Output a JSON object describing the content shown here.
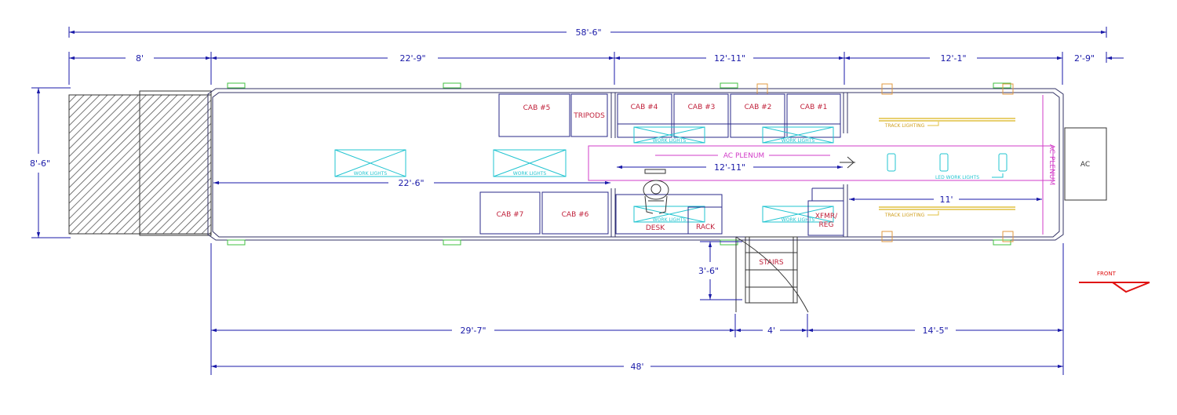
{
  "dimensions": {
    "overall_length": "58'-6\"",
    "hitch": "8'",
    "front_section": "22'-9\"",
    "cabinet_row": "12'-11\"",
    "rear_section": "12'-1\"",
    "ac_unit": "2'-9\"",
    "width": "8'-6\"",
    "interior_left": "22'-6\"",
    "interior_mid": "12'-11\"",
    "interior_right": "11'",
    "stair_depth": "3'-6\"",
    "lower_left": "29'-7\"",
    "stairs_width": "4'",
    "lower_right": "14'-5\"",
    "body_length": "48'"
  },
  "cabinets": {
    "cab5": "CAB #5",
    "tripods": "TRIPODS",
    "cab4": "CAB #4",
    "cab3": "CAB #3",
    "cab2": "CAB #2",
    "cab1": "CAB #1",
    "cab7": "CAB #7",
    "cab6": "CAB #6",
    "desk": "DESK",
    "rack": "RACK",
    "xfmr": "XFMR/",
    "reg": "REG"
  },
  "labels": {
    "work_lights": "WORK LIGHTS",
    "ac_plenum": "AC PLENUM",
    "ac_plenum_vertical": "AC PLENUM",
    "track_lighting": "TRACK LIGHTING",
    "led_work_lights": "LED WORK LIGHTS",
    "ac": "AC",
    "stairs": "STAIRS",
    "front": "FRONT"
  },
  "colors": {
    "dimension": "#1a1aa8",
    "cabinet_text": "#c0203a",
    "work_lights": "#22c4d0",
    "plenum": "#d23cc8",
    "track_lighting": "#e0c040",
    "front_arrow": "#e01010"
  }
}
